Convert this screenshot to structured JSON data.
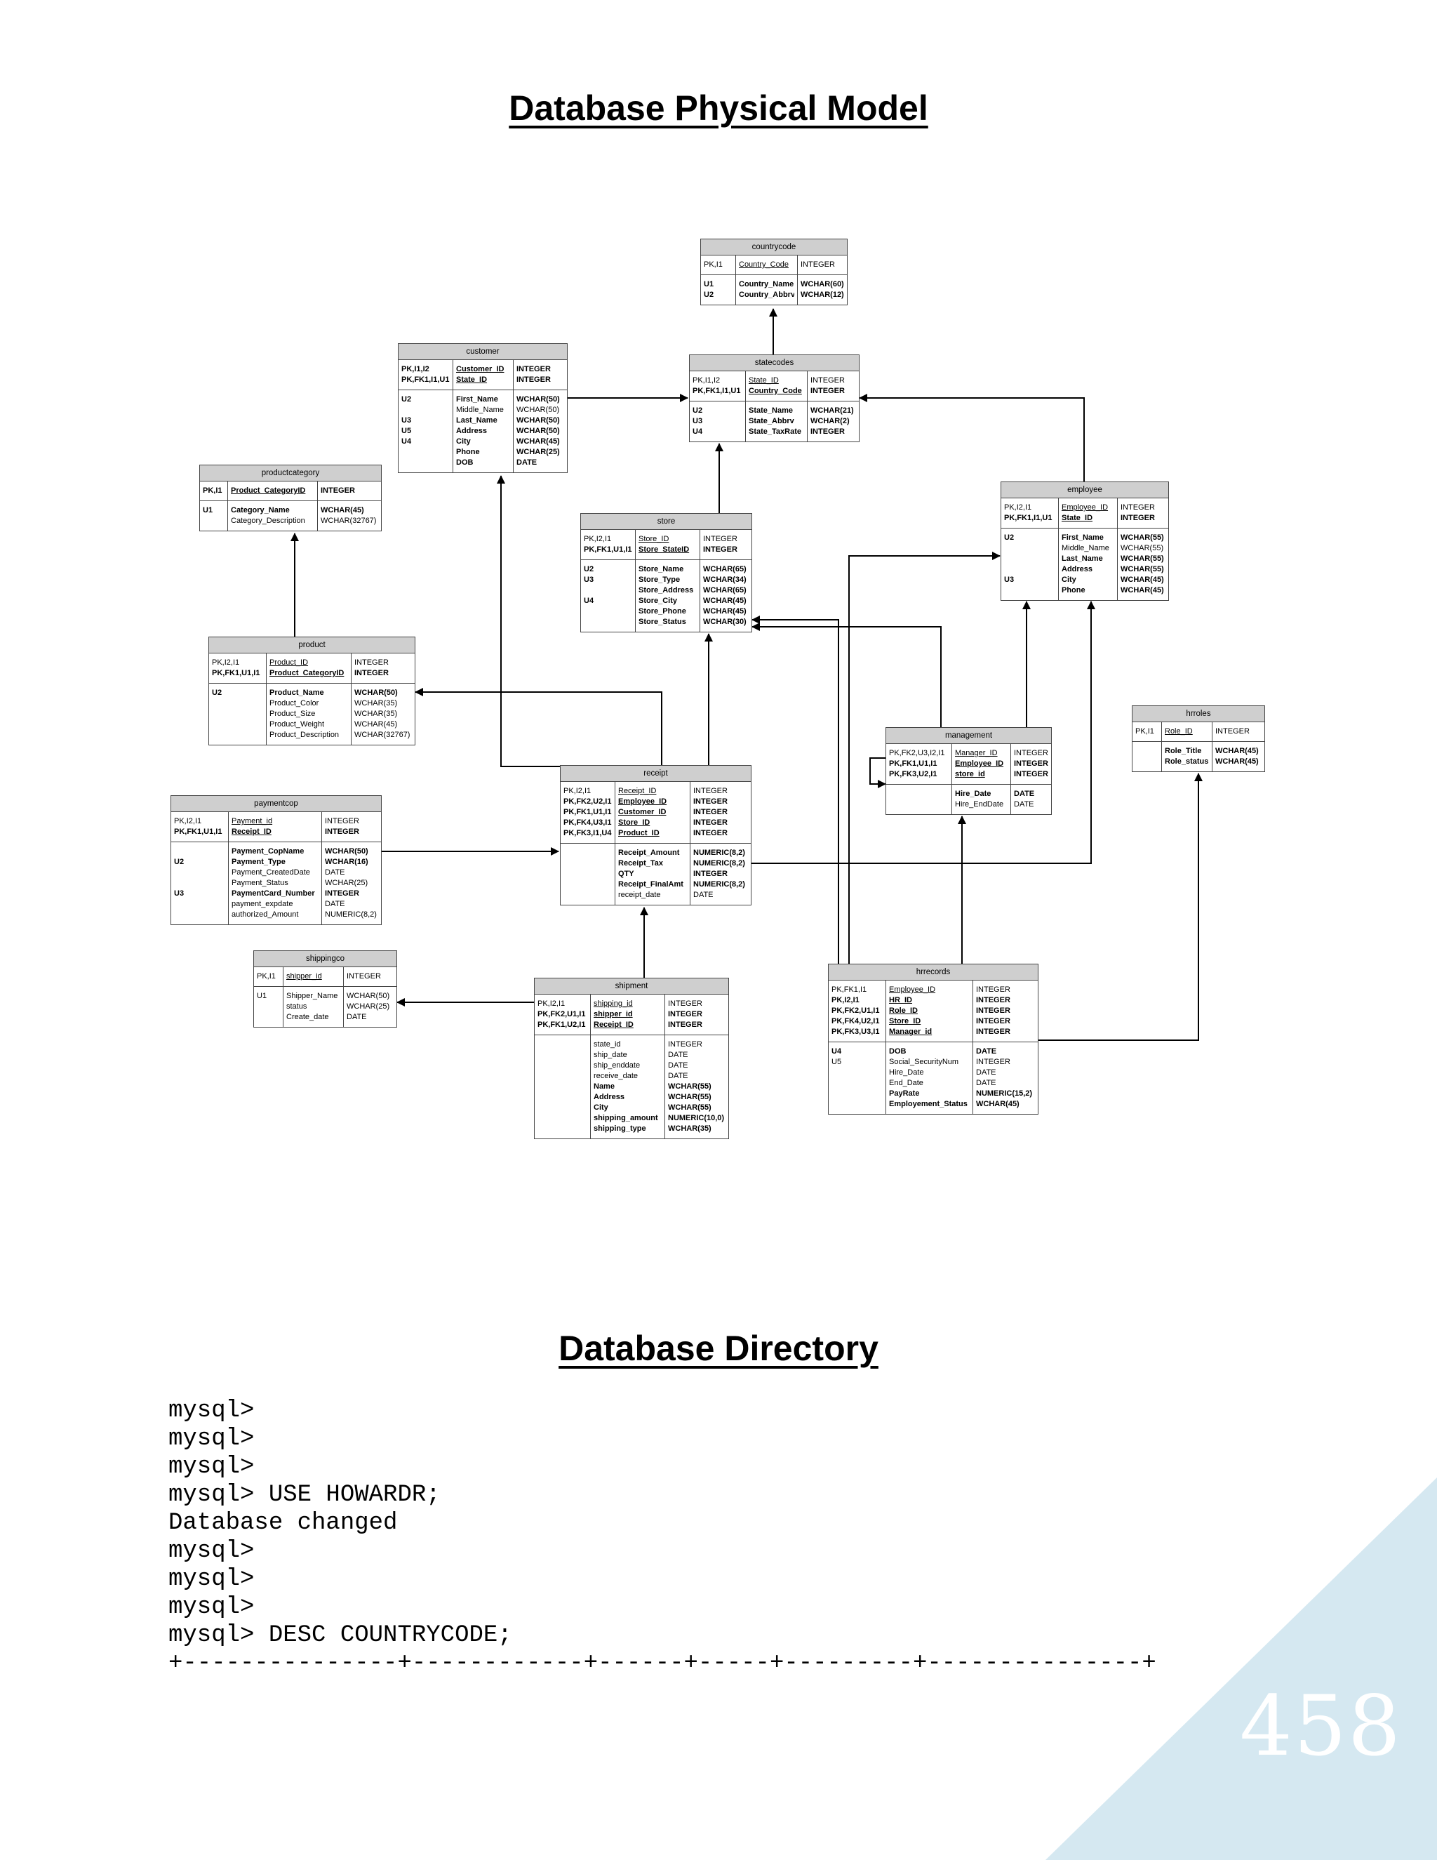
{
  "headings": {
    "model": "Database Physical Model",
    "directory": "Database Directory"
  },
  "tables": {
    "countrycode": {
      "name": "countrycode",
      "pk": [
        [
          "PK,I1",
          "Country_Code",
          "INTEGER",
          false
        ]
      ],
      "attrs": [
        [
          "U1",
          "Country_Name",
          "WCHAR(60)",
          true
        ],
        [
          "U2",
          "Country_Abbrv",
          "WCHAR(12)",
          true
        ]
      ]
    },
    "customer": {
      "name": "customer",
      "pk": [
        [
          "PK,I1,I2",
          "Customer_ID",
          "INTEGER",
          true
        ],
        [
          "PK,FK1,I1,U1",
          "State_ID",
          "INTEGER",
          true
        ]
      ],
      "attrs": [
        [
          "U2",
          "First_Name",
          "WCHAR(50)",
          true
        ],
        [
          "",
          "Middle_Name",
          "WCHAR(50)",
          false
        ],
        [
          "U3",
          "Last_Name",
          "WCHAR(50)",
          true
        ],
        [
          "U5",
          "Address",
          "WCHAR(50)",
          true
        ],
        [
          "U4",
          "City",
          "WCHAR(45)",
          true
        ],
        [
          "",
          "Phone",
          "WCHAR(25)",
          true
        ],
        [
          "",
          "DOB",
          "DATE",
          true
        ]
      ]
    },
    "statecodes": {
      "name": "statecodes",
      "pk": [
        [
          "PK,I1,I2",
          "State_ID",
          "INTEGER",
          false
        ],
        [
          "PK,FK1,I1,U1",
          "Country_Code",
          "INTEGER",
          true
        ]
      ],
      "attrs": [
        [
          "U2",
          "State_Name",
          "WCHAR(21)",
          true
        ],
        [
          "U3",
          "State_Abbrv",
          "WCHAR(2)",
          true
        ],
        [
          "U4",
          "State_TaxRate",
          "INTEGER",
          true
        ]
      ]
    },
    "productcategory": {
      "name": "productcategory",
      "pk": [
        [
          "PK,I1",
          "Product_CategoryID",
          "INTEGER",
          true
        ]
      ],
      "attrs": [
        [
          "U1",
          "Category_Name",
          "WCHAR(45)",
          true
        ],
        [
          "",
          "Category_Description",
          "WCHAR(32767)",
          false
        ]
      ]
    },
    "employee": {
      "name": "employee",
      "pk": [
        [
          "PK,I2,I1",
          "Employee_ID",
          "INTEGER",
          false
        ],
        [
          "PK,FK1,I1,U1",
          "State_ID",
          "INTEGER",
          true
        ]
      ],
      "attrs": [
        [
          "U2",
          "First_Name",
          "WCHAR(55)",
          true
        ],
        [
          "",
          "Middle_Name",
          "WCHAR(55)",
          false
        ],
        [
          "",
          "Last_Name",
          "WCHAR(55)",
          true
        ],
        [
          "",
          "Address",
          "WCHAR(55)",
          true
        ],
        [
          "U3",
          "City",
          "WCHAR(45)",
          true
        ],
        [
          "",
          "Phone",
          "WCHAR(45)",
          true
        ]
      ]
    },
    "store": {
      "name": "store",
      "pk": [
        [
          "PK,I2,I1",
          "Store_ID",
          "INTEGER",
          false
        ],
        [
          "PK,FK1,U1,I1",
          "Store_StateID",
          "INTEGER",
          true
        ]
      ],
      "attrs": [
        [
          "U2",
          "Store_Name",
          "WCHAR(65)",
          true
        ],
        [
          "U3",
          "Store_Type",
          "WCHAR(34)",
          true
        ],
        [
          "",
          "Store_Address",
          "WCHAR(65)",
          true
        ],
        [
          "U4",
          "Store_City",
          "WCHAR(45)",
          true
        ],
        [
          "",
          "Store_Phone",
          "WCHAR(45)",
          true
        ],
        [
          "",
          "Store_Status",
          "WCHAR(30)",
          true
        ]
      ]
    },
    "product": {
      "name": "product",
      "pk": [
        [
          "PK,I2,I1",
          "Product_ID",
          "INTEGER",
          false
        ],
        [
          "PK,FK1,U1,I1",
          "Product_CategoryID",
          "INTEGER",
          true
        ]
      ],
      "attrs": [
        [
          "U2",
          "Product_Name",
          "WCHAR(50)",
          true
        ],
        [
          "",
          "Product_Color",
          "WCHAR(35)",
          false
        ],
        [
          "",
          "Product_Size",
          "WCHAR(35)",
          false
        ],
        [
          "",
          "Product_Weight",
          "WCHAR(45)",
          false
        ],
        [
          "",
          "Product_Description",
          "WCHAR(32767)",
          false
        ]
      ]
    },
    "hrroles": {
      "name": "hrroles",
      "pk": [
        [
          "PK,I1",
          "Role_ID",
          "INTEGER",
          false
        ]
      ],
      "attrs": [
        [
          "",
          "Role_Title",
          "WCHAR(45)",
          true
        ],
        [
          "",
          "Role_status",
          "WCHAR(45)",
          true
        ]
      ]
    },
    "management": {
      "name": "management",
      "pk": [
        [
          "PK,FK2,U3,I2,I1",
          "Manager_ID",
          "INTEGER",
          false
        ],
        [
          "PK,FK1,U1,I1",
          "Employee_ID",
          "INTEGER",
          true
        ],
        [
          "PK,FK3,U2,I1",
          "store_id",
          "INTEGER",
          true
        ]
      ],
      "attrs": [
        [
          "",
          "Hire_Date",
          "DATE",
          true
        ],
        [
          "",
          "Hire_EndDate",
          "DATE",
          false
        ]
      ]
    },
    "receipt": {
      "name": "receipt",
      "pk": [
        [
          "PK,I2,I1",
          "Receipt_ID",
          "INTEGER",
          false
        ],
        [
          "PK,FK2,U2,I1",
          "Employee_ID",
          "INTEGER",
          true
        ],
        [
          "PK,FK1,U1,I1",
          "Customer_ID",
          "INTEGER",
          true
        ],
        [
          "PK,FK4,U3,I1",
          "Store_ID",
          "INTEGER",
          true
        ],
        [
          "PK,FK3,I1,U4",
          "Product_ID",
          "INTEGER",
          true
        ]
      ],
      "attrs": [
        [
          "",
          "Receipt_Amount",
          "NUMERIC(8,2)",
          true
        ],
        [
          "",
          "Receipt_Tax",
          "NUMERIC(8,2)",
          true
        ],
        [
          "",
          "QTY",
          "INTEGER",
          true
        ],
        [
          "",
          "Receipt_FinalAmt",
          "NUMERIC(8,2)",
          true
        ],
        [
          "",
          "receipt_date",
          "DATE",
          false
        ]
      ]
    },
    "paymentcop": {
      "name": "paymentcop",
      "pk": [
        [
          "PK,I2,I1",
          "Payment_id",
          "INTEGER",
          false
        ],
        [
          "PK,FK1,U1,I1",
          "Receipt_ID",
          "INTEGER",
          true
        ]
      ],
      "attrs": [
        [
          "",
          "Payment_CopName",
          "WCHAR(50)",
          true
        ],
        [
          "U2",
          "Payment_Type",
          "WCHAR(16)",
          true
        ],
        [
          "",
          "Payment_CreatedDate",
          "DATE",
          false
        ],
        [
          "",
          "Payment_Status",
          "WCHAR(25)",
          false
        ],
        [
          "U3",
          "PaymentCard_Number",
          "INTEGER",
          true
        ],
        [
          "",
          "payment_expdate",
          "DATE",
          false
        ],
        [
          "",
          "authorized_Amount",
          "NUMERIC(8,2)",
          false
        ]
      ]
    },
    "shippingco": {
      "name": "shippingco",
      "pk": [
        [
          "PK,I1",
          "shipper_id",
          "INTEGER",
          false
        ]
      ],
      "attrs": [
        [
          "U1",
          "Shipper_Name",
          "WCHAR(50)",
          false
        ],
        [
          "",
          "status",
          "WCHAR(25)",
          false
        ],
        [
          "",
          "Create_date",
          "DATE",
          false
        ]
      ]
    },
    "shipment": {
      "name": "shipment",
      "pk": [
        [
          "PK,I2,I1",
          "shipping_id",
          "INTEGER",
          false
        ],
        [
          "PK,FK2,U1,I1",
          "shipper_id",
          "INTEGER",
          true
        ],
        [
          "PK,FK1,U2,I1",
          "Receipt_ID",
          "INTEGER",
          true
        ]
      ],
      "attrs": [
        [
          "",
          "state_id",
          "INTEGER",
          false
        ],
        [
          "",
          "ship_date",
          "DATE",
          false
        ],
        [
          "",
          "ship_enddate",
          "DATE",
          false
        ],
        [
          "",
          "receive_date",
          "DATE",
          false
        ],
        [
          "",
          "Name",
          "WCHAR(55)",
          true
        ],
        [
          "",
          "Address",
          "WCHAR(55)",
          true
        ],
        [
          "",
          "City",
          "WCHAR(55)",
          true
        ],
        [
          "",
          "shipping_amount",
          "NUMERIC(10,0)",
          true
        ],
        [
          "",
          "shipping_type",
          "WCHAR(35)",
          true
        ]
      ]
    },
    "hrrecords": {
      "name": "hrrecords",
      "pk": [
        [
          "PK,FK1,I1",
          "Employee_ID",
          "INTEGER",
          false
        ],
        [
          "PK,I2,I1",
          "HR_ID",
          "INTEGER",
          true
        ],
        [
          "PK,FK2,U1,I1",
          "Role_ID",
          "INTEGER",
          true
        ],
        [
          "PK,FK4,U2,I1",
          "Store_ID",
          "INTEGER",
          true
        ],
        [
          "PK,FK3,U3,I1",
          "Manager_id",
          "INTEGER",
          true
        ]
      ],
      "attrs": [
        [
          "U4",
          "DOB",
          "DATE",
          true
        ],
        [
          "U5",
          "Social_SecurityNum",
          "INTEGER",
          false
        ],
        [
          "",
          "Hire_Date",
          "DATE",
          false
        ],
        [
          "",
          "End_Date",
          "DATE",
          false
        ],
        [
          "",
          "PayRate",
          "NUMERIC(15,2)",
          true
        ],
        [
          "",
          "Employement_Status",
          "WCHAR(45)",
          true
        ]
      ]
    }
  },
  "terminal": {
    "lines": [
      "mysql>",
      "mysql>",
      "mysql>",
      "mysql> USE HOWARDR;",
      "Database changed",
      "mysql>",
      "mysql>",
      "mysql>",
      "mysql> DESC COUNTRYCODE;",
      "+---------------+------------+------+-----+---------+---------------+"
    ]
  },
  "page_number": "458",
  "colors": {
    "corner_triangle": "#d5e8f1",
    "table_header": "#cfcfcf"
  }
}
